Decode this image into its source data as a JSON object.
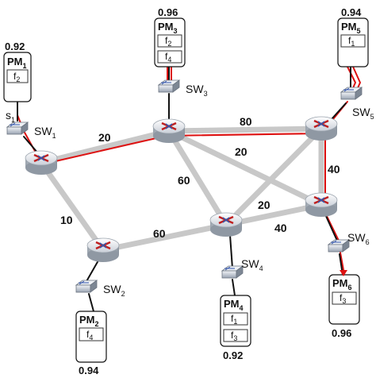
{
  "links": [
    {
      "id": "r1-r2",
      "weight": "20"
    },
    {
      "id": "r2-r3",
      "weight": "80"
    },
    {
      "id": "r1-r5",
      "weight": "10"
    },
    {
      "id": "r5-r4",
      "weight": "60"
    },
    {
      "id": "r2-r4",
      "weight": "60"
    },
    {
      "id": "r2-r6",
      "weight": "20"
    },
    {
      "id": "r3-r6",
      "weight": "40"
    },
    {
      "id": "r3-r4",
      "weight": "20"
    },
    {
      "id": "r4-r6",
      "weight": "40"
    }
  ],
  "switches": [
    {
      "id": "sw1",
      "name": "SW",
      "sub": "1"
    },
    {
      "id": "sw2",
      "name": "SW",
      "sub": "2"
    },
    {
      "id": "sw3",
      "name": "SW",
      "sub": "3"
    },
    {
      "id": "sw4",
      "name": "SW",
      "sub": "4"
    },
    {
      "id": "sw5",
      "name": "SW",
      "sub": "5"
    },
    {
      "id": "sw6",
      "name": "SW",
      "sub": "6"
    }
  ],
  "machines": [
    {
      "id": "pm1",
      "name": "PM",
      "sub": "1",
      "score": "0.92",
      "funcs": [
        {
          "name": "f",
          "sub": "2"
        }
      ]
    },
    {
      "id": "pm2",
      "name": "PM",
      "sub": "2",
      "score": "0.94",
      "funcs": [
        {
          "name": "f",
          "sub": "4"
        }
      ]
    },
    {
      "id": "pm3",
      "name": "PM",
      "sub": "3",
      "score": "0.96",
      "funcs": [
        {
          "name": "f",
          "sub": "2"
        },
        {
          "name": "f",
          "sub": "4"
        }
      ]
    },
    {
      "id": "pm4",
      "name": "PM",
      "sub": "4",
      "score": "0.92",
      "funcs": [
        {
          "name": "f",
          "sub": "1"
        },
        {
          "name": "f",
          "sub": "3"
        }
      ]
    },
    {
      "id": "pm5",
      "name": "PM",
      "sub": "5",
      "score": "0.94",
      "funcs": [
        {
          "name": "f",
          "sub": "1"
        }
      ]
    },
    {
      "id": "pm6",
      "name": "PM",
      "sub": "6",
      "score": "0.96",
      "funcs": [
        {
          "name": "f",
          "sub": "3"
        }
      ]
    }
  ],
  "source": {
    "name": "s",
    "sub": "1"
  },
  "colors": {
    "link": "#c8c8c8",
    "path": "#dd1111",
    "access": "#111111",
    "router_body": "#e4e8ee",
    "router_mark": "#c02020",
    "router_arrow": "#3355aa"
  }
}
